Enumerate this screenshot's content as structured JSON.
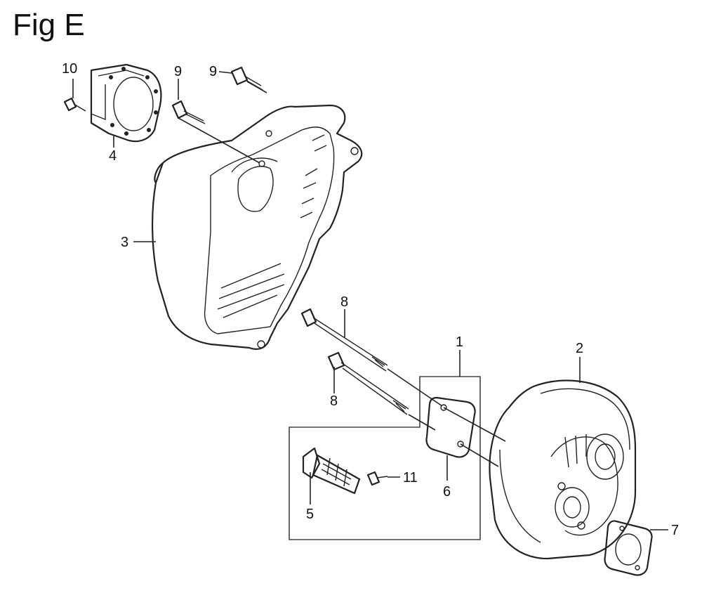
{
  "title": "Fig E",
  "callouts": {
    "c1": "1",
    "c2": "2",
    "c3": "3",
    "c4": "4",
    "c5": "5",
    "c6": "6",
    "c7": "7",
    "c8a": "8",
    "c8b": "8",
    "c9a": "9",
    "c9b": "9",
    "c10": "10",
    "c11": "11"
  }
}
